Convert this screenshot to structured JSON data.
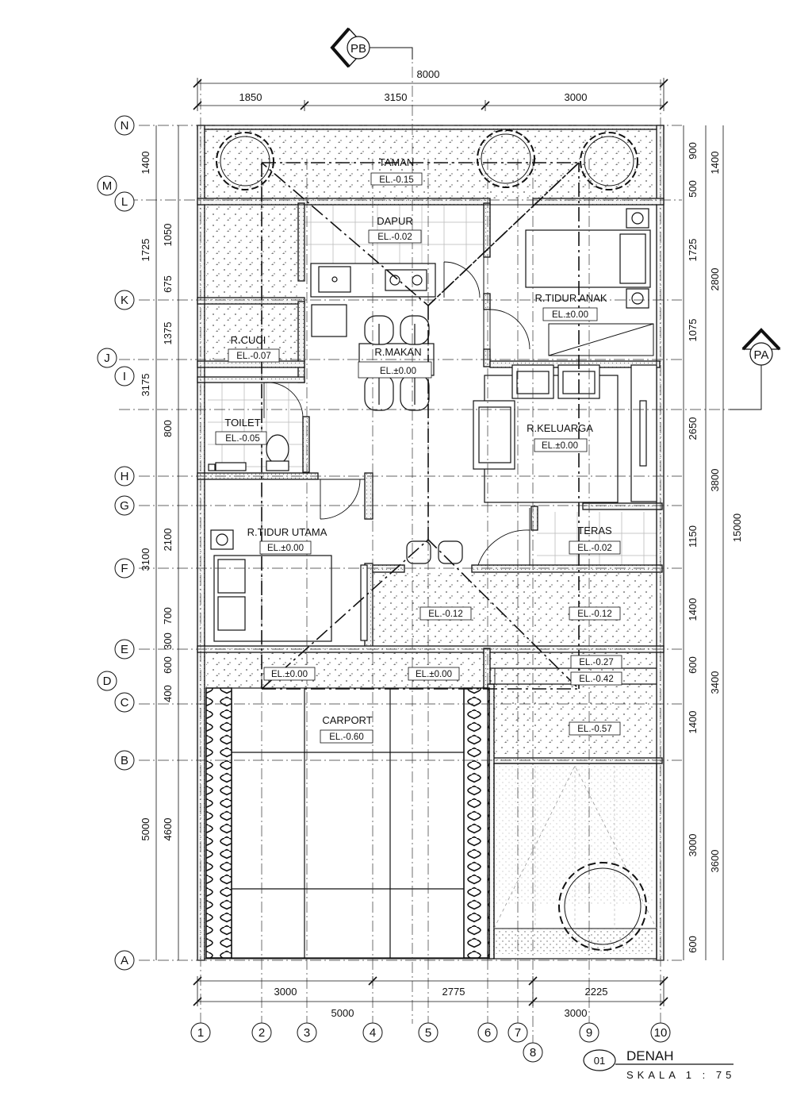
{
  "sheet": {
    "title": "DENAH",
    "number": "01",
    "scale": "SKALA 1 : 75"
  },
  "sections": {
    "pb": "PB",
    "pa": "PA"
  },
  "rooms": {
    "taman": {
      "name": "TAMAN",
      "el": "EL.-0.15"
    },
    "dapur": {
      "name": "DAPUR",
      "el": "EL.-0.02"
    },
    "tidur_anak": {
      "name": "R.TIDUR ANAK",
      "el": "EL.±0.00"
    },
    "cuci": {
      "name": "R.CUCI",
      "el": "EL.-0.07"
    },
    "makan": {
      "name": "R.MAKAN",
      "el": "EL.±0.00"
    },
    "keluarga": {
      "name": "R.KELUARGA",
      "el": "EL.±0.00"
    },
    "toilet": {
      "name": "TOILET",
      "el": "EL.-0.05"
    },
    "tidur_utama": {
      "name": "R.TIDUR UTAMA",
      "el": "EL.±0.00"
    },
    "teras": {
      "name": "TERAS",
      "el": "EL.-0.02"
    },
    "carport": {
      "name": "CARPORT",
      "el": "EL.-0.60"
    }
  },
  "levels": {
    "l1": "EL.-0.12",
    "l2": "EL.-0.12",
    "l3": "EL.±0.00",
    "l4": "EL.±0.00",
    "l5": "EL.-0.27",
    "l6": "EL.-0.42",
    "l7": "EL.-0.57"
  },
  "grid_rows": [
    "N",
    "M",
    "L",
    "K",
    "J",
    "I",
    "H",
    "G",
    "F",
    "E",
    "D",
    "C",
    "B",
    "A"
  ],
  "grid_cols": [
    "1",
    "2",
    "3",
    "4",
    "5",
    "6",
    "7",
    "8",
    "9",
    "10"
  ],
  "dims": {
    "top_total": "8000",
    "top": [
      "1850",
      "3150",
      "3000"
    ],
    "bottom": [
      "3000",
      "2775",
      "2225"
    ],
    "bottom2": [
      "5000",
      "3000"
    ],
    "left_outer": [
      "1400",
      "1725",
      "3175",
      "3100",
      "5000"
    ],
    "left_inner": [
      "1050",
      "675",
      "1375",
      "800",
      "2100",
      "700",
      "300",
      "600",
      "400",
      "4600"
    ],
    "right_inner": [
      "900",
      "500",
      "1725",
      "1075",
      "2650",
      "1150",
      "1400",
      "600",
      "1400",
      "3000",
      "600"
    ],
    "right_mid": [
      "1400",
      "2800",
      "3800",
      "3400",
      "3600"
    ],
    "right_total": "15000"
  }
}
